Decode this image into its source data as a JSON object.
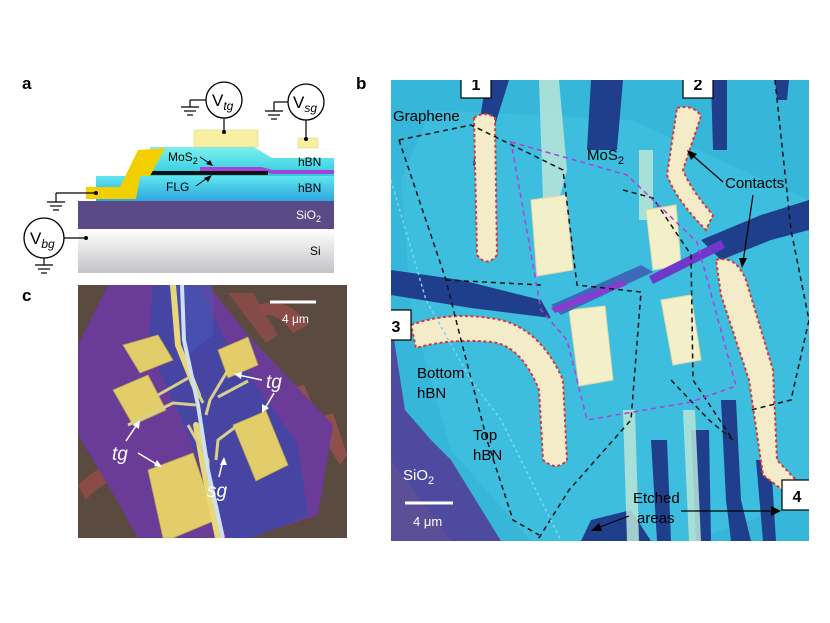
{
  "panels": {
    "a": {
      "letter": "a",
      "labels": {
        "vtg_main": "V",
        "vtg_sub": "tg",
        "vsg_main": "V",
        "vsg_sub": "sg",
        "vbg_main": "V",
        "vbg_sub": "bg",
        "mos2_main": "MoS",
        "mos2_sub": "2",
        "hbn_top": "hBN",
        "flg": "FLG",
        "hbn_bottom": "hBN",
        "sio2_main": "SiO",
        "sio2_sub": "2",
        "si": "Si"
      }
    },
    "b": {
      "letter": "b",
      "contact_numbers": [
        "1",
        "2",
        "3",
        "4"
      ],
      "labels": {
        "graphene": "Graphene",
        "mos2_main": "MoS",
        "mos2_sub": "2",
        "contacts": "Contacts",
        "bottom_hbn_1": "Bottom",
        "bottom_hbn_2": "hBN",
        "top_hbn_1": "Top",
        "top_hbn_2": "hBN",
        "sio2_main": "SiO",
        "sio2_sub": "2",
        "scale": "4 μm",
        "etched_1": "Etched",
        "etched_2": "areas"
      }
    },
    "c": {
      "letter": "c",
      "labels": {
        "scale": "4 μm",
        "tg_right": "tg",
        "tg_left": "tg",
        "sg": "sg"
      }
    }
  },
  "colors": {
    "gold": "#f2e25a",
    "hbn_cyan": "#39d4e4",
    "sio2_purple": "#5d4a8c",
    "substrate_blue": "#35b4d6",
    "contact_cream": "#f4ecc8",
    "contact_border": "#d7373a",
    "graphene_outline": "#111111",
    "mos2_outline": "#b43cd8",
    "etched_dark": "#1d3f8c",
    "flake_purple": "#6b3a98"
  }
}
